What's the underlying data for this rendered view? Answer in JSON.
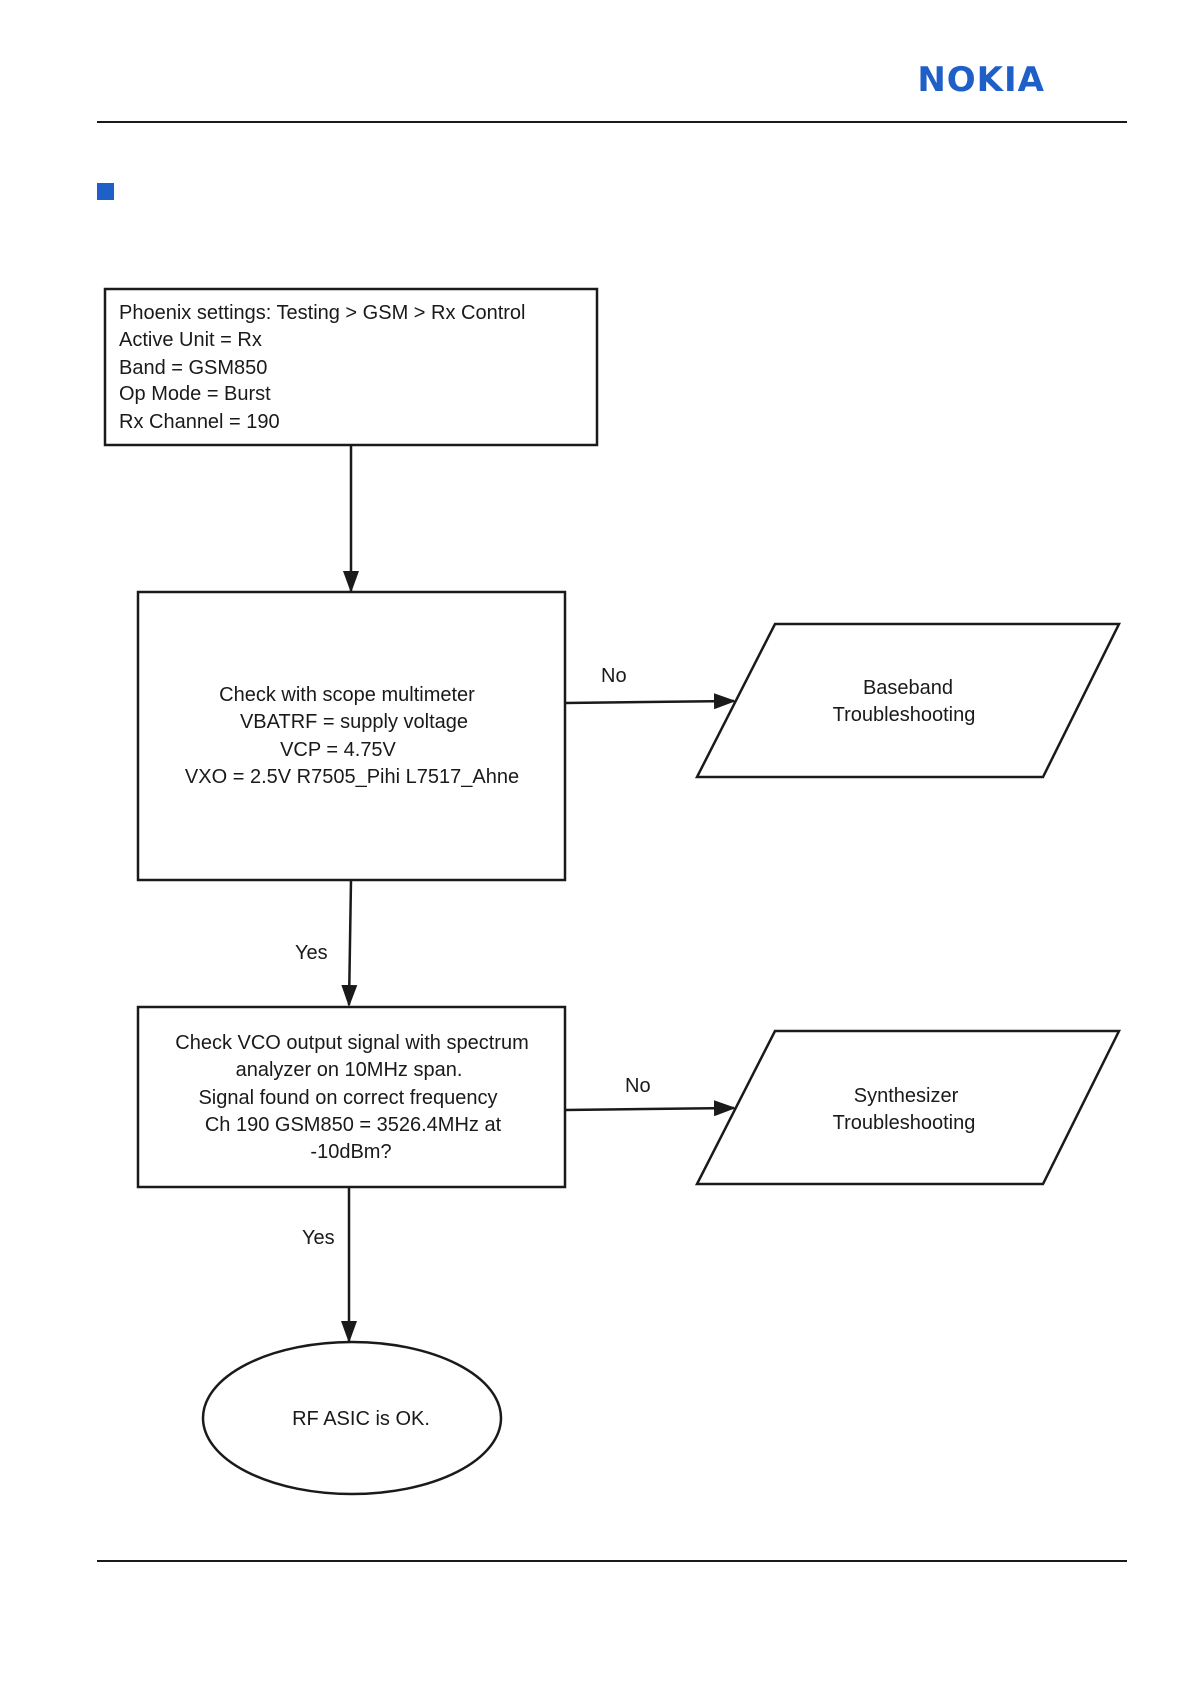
{
  "header": {
    "logo": "NOKIA"
  },
  "flowchart": {
    "settings_box": {
      "lines": [
        "Phoenix settings: Testing > GSM > Rx Control",
        "Active Unit = Rx",
        "Band = GSM850",
        "Op Mode = Burst",
        "Rx Channel = 190"
      ]
    },
    "check_box": {
      "lines": [
        "Check with scope multimeter",
        "VBATRF = supply voltage",
        "VCP = 4.75V",
        "VXO = 2.5V R7505_Pihi L7517_Ahne"
      ]
    },
    "baseband": {
      "lines": [
        "Baseband",
        "Troubleshooting"
      ]
    },
    "vco_box": {
      "lines": [
        "Check VCO output signal with spectrum",
        "analyzer on 10MHz span.",
        "Signal found on correct frequency",
        "Ch 190 GSM850 = 3526.4MHz at",
        "-10dBm?"
      ]
    },
    "synthesizer": {
      "lines": [
        "Synthesizer",
        "Troubleshooting"
      ]
    },
    "terminal": {
      "label": "RF ASIC is OK."
    },
    "edge_labels": {
      "no_1": "No",
      "yes_1": "Yes",
      "no_2": "No",
      "yes_2": "Yes"
    }
  }
}
